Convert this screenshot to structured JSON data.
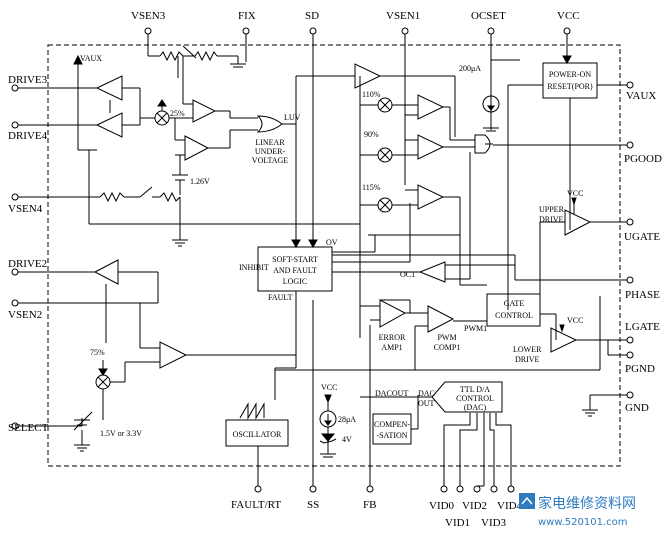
{
  "pins": {
    "vsen3": "VSEN3",
    "fix": "FIX",
    "sd": "SD",
    "vsen1": "VSEN1",
    "ocset": "OCSET",
    "vcc_top": "VCC",
    "drive3": "DRIVE3",
    "drive4": "DRIVE4",
    "vsen4": "VSEN4",
    "drive2": "DRIVE2",
    "vsen2": "VSEN2",
    "select": "SELECT",
    "vaux": "VAUX",
    "pgood": "PGOOD",
    "ugate": "UGATE",
    "phase": "PHASE",
    "lgate": "LGATE",
    "pgnd": "PGND",
    "gnd": "GND",
    "fault_rt": "FAULT/RT",
    "ss": "SS",
    "fb": "FB",
    "vid0": "VID0",
    "vid1": "VID1",
    "vid2": "VID2",
    "vid3": "VID3",
    "vid4": "VID4"
  },
  "blocks": {
    "por": [
      "POWER-ON",
      "RESET(POR)"
    ],
    "soft_start": [
      "SOFT-START",
      "AND FAULT",
      "LOGIC"
    ],
    "gate_control": [
      "GATE",
      "CONTROL"
    ],
    "oscillator": "OSCILLATOR",
    "compensation": [
      "COMPEN-",
      "-SATION"
    ],
    "dac": [
      "TTL D/A",
      "CONTROL",
      "(DAC)"
    ],
    "error_amp": [
      "ERROR",
      "AMP1"
    ],
    "pwm_comp": [
      "PWM",
      "COMP1"
    ],
    "luv": [
      "LINEAR",
      "UNDER-",
      "VOLTAGE"
    ]
  },
  "labels": {
    "vaux_int": "VAUX",
    "pct25": "25%",
    "pct110": "110%",
    "pct90": "90%",
    "pct115": "115%",
    "pct75": "75%",
    "v126": "1.26V",
    "ua200": "200μA",
    "ua28": "28μA",
    "v4": "4V",
    "luv": "LUV",
    "ov": "OV",
    "oc1": "OC1",
    "inhibit": "INHIBIT",
    "fault": "FAULT",
    "pwm1": "PWM1",
    "dacout": "DACOUT",
    "dac": "DAC",
    "out": "OUT",
    "upper": "UPPER",
    "drive_u": "DRIVE",
    "lower": "LOWER",
    "drive_l": "DRIVE",
    "vcc_upper": "VCC",
    "vcc_lower": "VCC",
    "vcc_osc": "VCC",
    "select_range": "1.5V or 3.3V"
  },
  "watermark": {
    "cn": "家电维修资料网",
    "url": "www.520101.com"
  }
}
